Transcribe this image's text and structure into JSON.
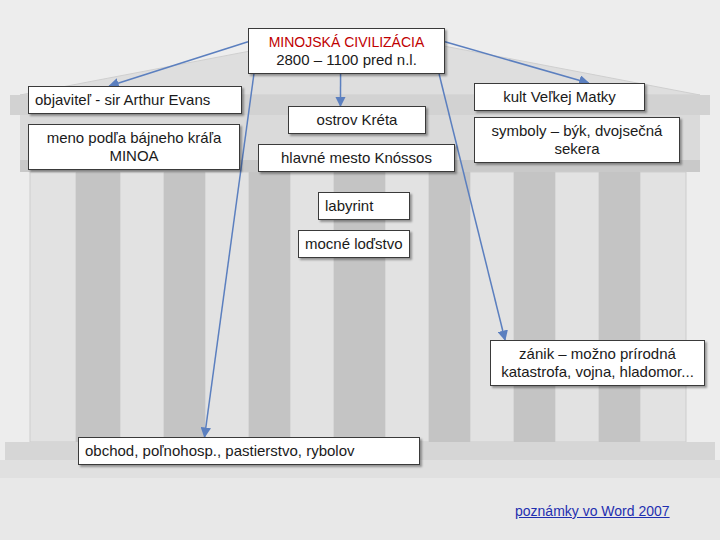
{
  "diagram": {
    "nodes": [
      {
        "text": [
          "MINOJSKÁ CIVILIZÁCIA",
          "2800 – 1100 pred n.l."
        ]
      },
      {
        "text": [
          "objaviteľ - sir Arthur Evans"
        ]
      },
      {
        "text": [
          "meno podľa bájneho kráľa MINOA"
        ]
      },
      {
        "text": [
          "ostrov Kréta"
        ]
      },
      {
        "text": [
          "hlavné mesto Knóssos"
        ]
      },
      {
        "text": [
          "kult Veľkej Matky"
        ]
      },
      {
        "text": [
          "symboly – býk, dvojsečná sekera"
        ]
      },
      {
        "text": [
          "labyrint"
        ]
      },
      {
        "text": [
          "mocné loďstvo"
        ]
      },
      {
        "text": [
          "zánik – možno prírodná katastrofa, vojna, hladomor..."
        ]
      },
      {
        "text": [
          "obchod, poľnohosp., pastierstvo, rybolov"
        ]
      }
    ],
    "edges": [
      {
        "from": 0,
        "to": 1,
        "arrow": "to"
      },
      {
        "from": 0,
        "to": 3,
        "arrow": "to"
      },
      {
        "from": 0,
        "to": 5,
        "arrow": "to"
      },
      {
        "from": 0,
        "to": 9,
        "arrow": "to"
      },
      {
        "from": 0,
        "to": 10,
        "arrow": "to"
      }
    ],
    "labels": [
      "poznámky vo Word 2007"
    ]
  }
}
